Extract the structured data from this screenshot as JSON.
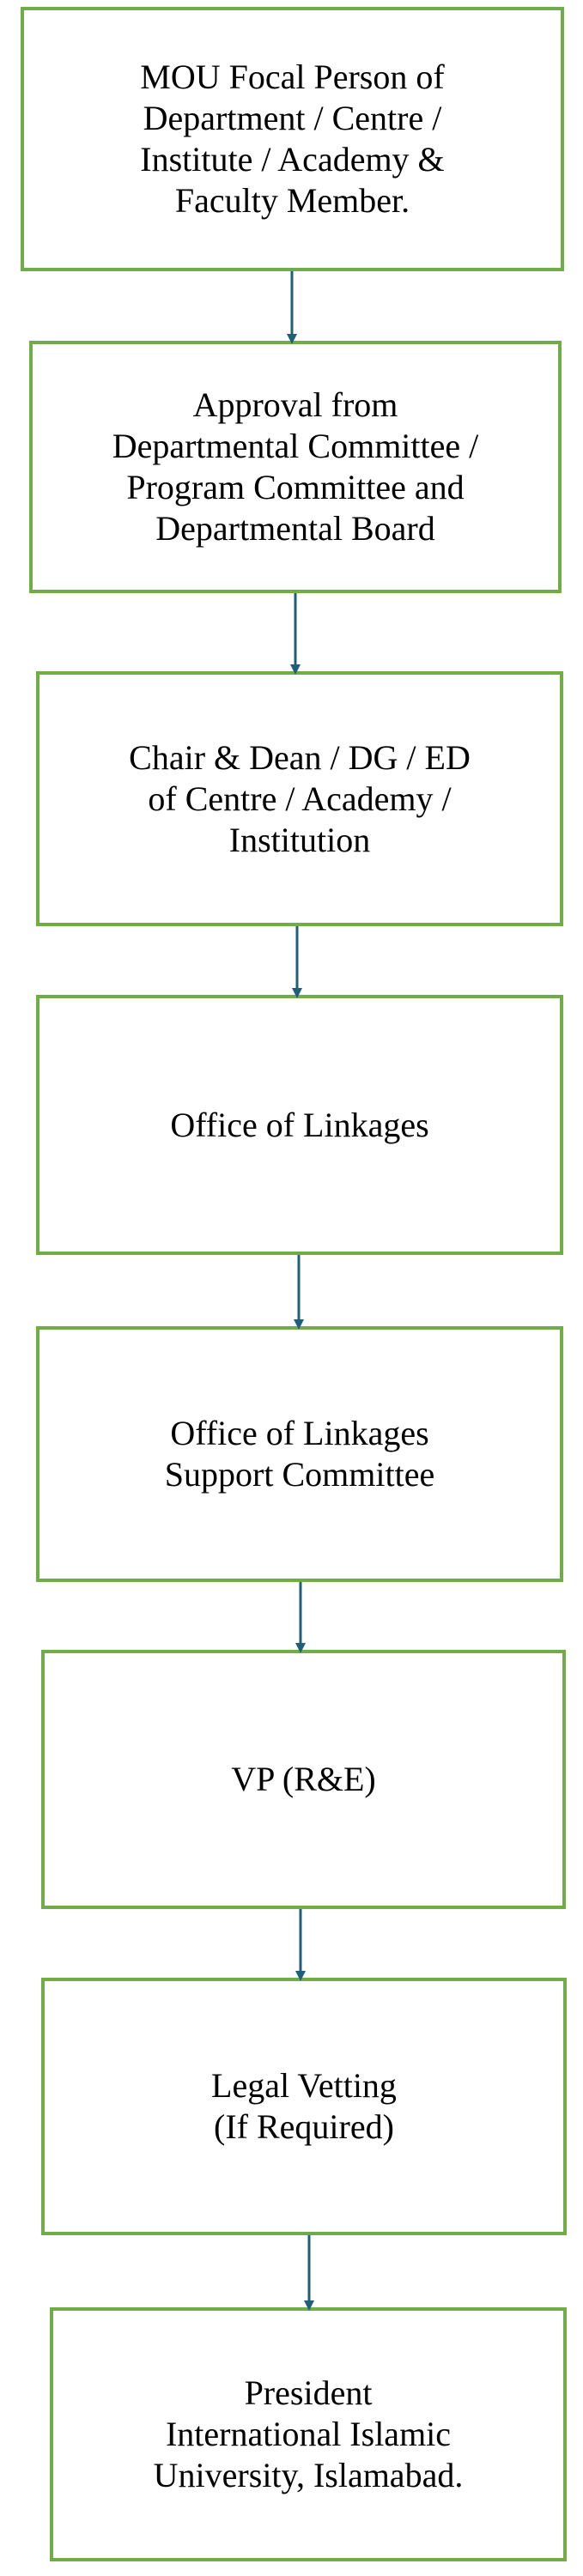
{
  "flowchart": {
    "steps": [
      {
        "label": "MOU Focal Person of\nDepartment / Centre /\nInstitute / Academy &\nFaculty Member."
      },
      {
        "label": "Approval from\nDepartmental Committee /\nProgram Committee and\nDepartmental Board"
      },
      {
        "label": "Chair & Dean / DG / ED\nof Centre / Academy /\nInstitution"
      },
      {
        "label": "Office of Linkages"
      },
      {
        "label": "Office of Linkages\nSupport Committee"
      },
      {
        "label": "VP (R&E)"
      },
      {
        "label": "Legal Vetting\n(If Required)"
      },
      {
        "label": "President\nInternational Islamic\nUniversity, Islamabad."
      }
    ],
    "border_color": "#70ad47",
    "arrow_color": "#1f5f7a"
  }
}
